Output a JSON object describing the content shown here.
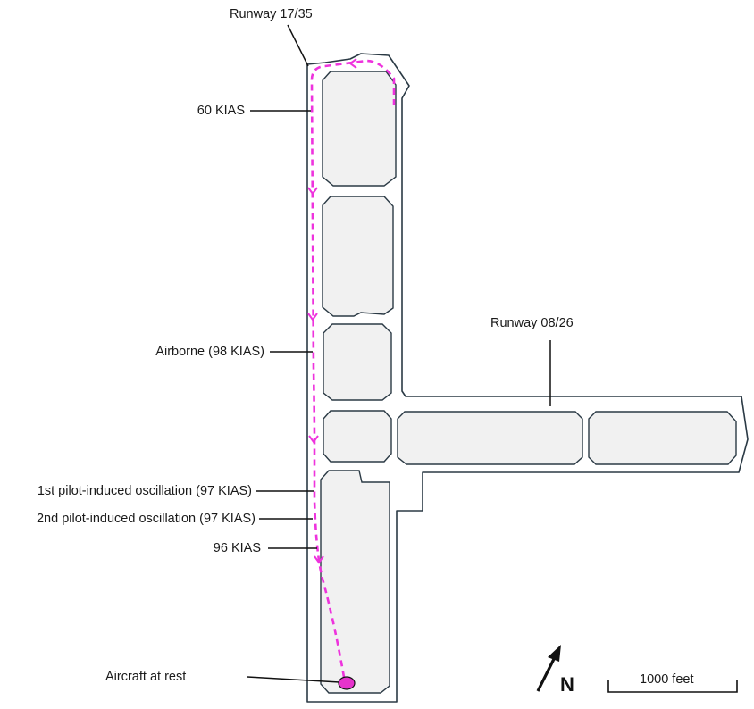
{
  "runways": {
    "north_south": "Runway 17/35",
    "east_west": "Runway 08/26"
  },
  "events": {
    "kias_60": "60 KIAS",
    "airborne": "Airborne (98 KIAS)",
    "pio_1": "1st pilot-induced oscillation (97 KIAS)",
    "pio_2": "2nd pilot-induced oscillation (97 KIAS)",
    "kias_96": "96 KIAS",
    "at_rest": "Aircraft at rest"
  },
  "north_arrow": {
    "label": "N"
  },
  "scale_bar": {
    "label": "1000 feet"
  },
  "colors": {
    "outline": "#2b3a45",
    "pavement": "#f1f1f1",
    "track": "#ee33dd",
    "aircraft_fill": "#e633cc",
    "leader": "#111111"
  }
}
